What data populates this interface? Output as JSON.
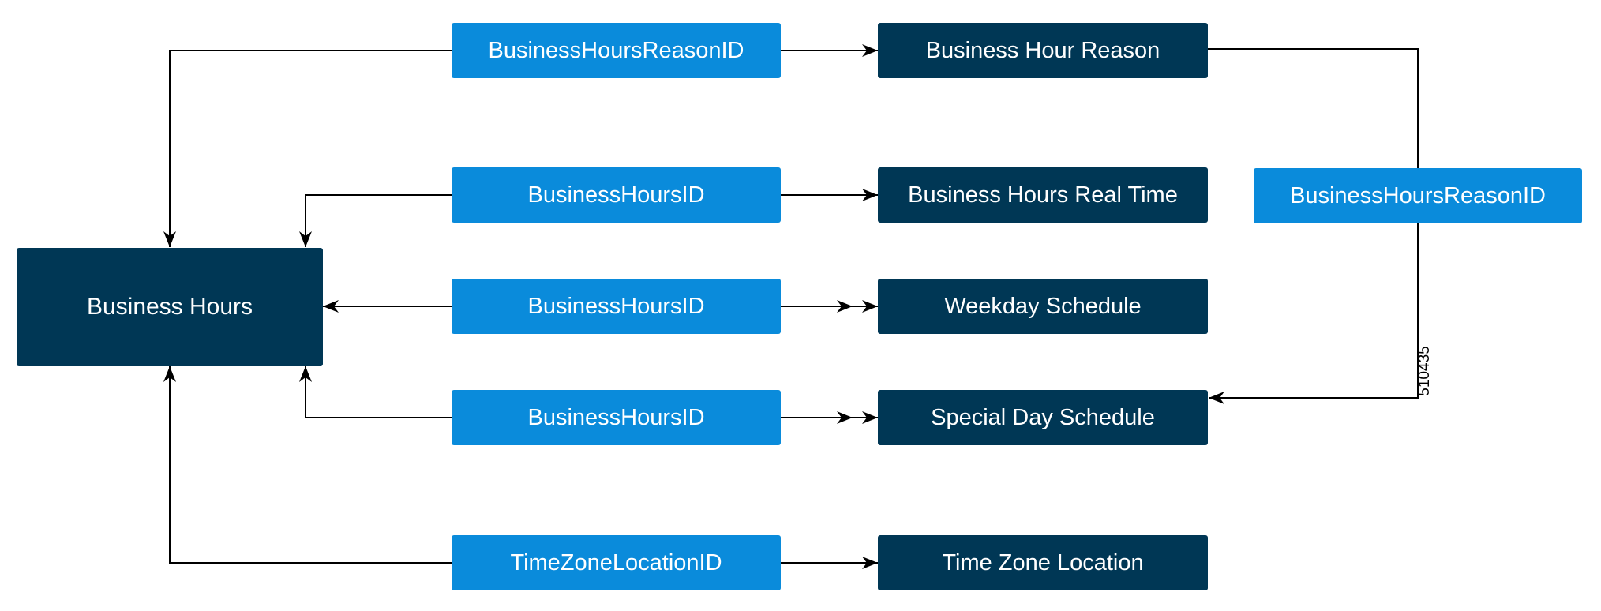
{
  "diagram": {
    "main_table": {
      "label": "Business Hours"
    },
    "keys": [
      {
        "label": "BusinessHoursReasonID"
      },
      {
        "label": "BusinessHoursID"
      },
      {
        "label": "BusinessHoursID"
      },
      {
        "label": "BusinessHoursID"
      },
      {
        "label": "TimeZoneLocationID"
      },
      {
        "label": "BusinessHoursReasonID"
      }
    ],
    "tables": [
      {
        "label": "Business Hour Reason"
      },
      {
        "label": "Business Hours Real Time"
      },
      {
        "label": "Weekday Schedule"
      },
      {
        "label": "Special Day Schedule"
      },
      {
        "label": "Time Zone Location"
      }
    ],
    "figure_number": "510435",
    "colors": {
      "key_box": "#0a8bdb",
      "table_box": "#003755",
      "text": "#ffffff",
      "connector": "#000000"
    }
  }
}
